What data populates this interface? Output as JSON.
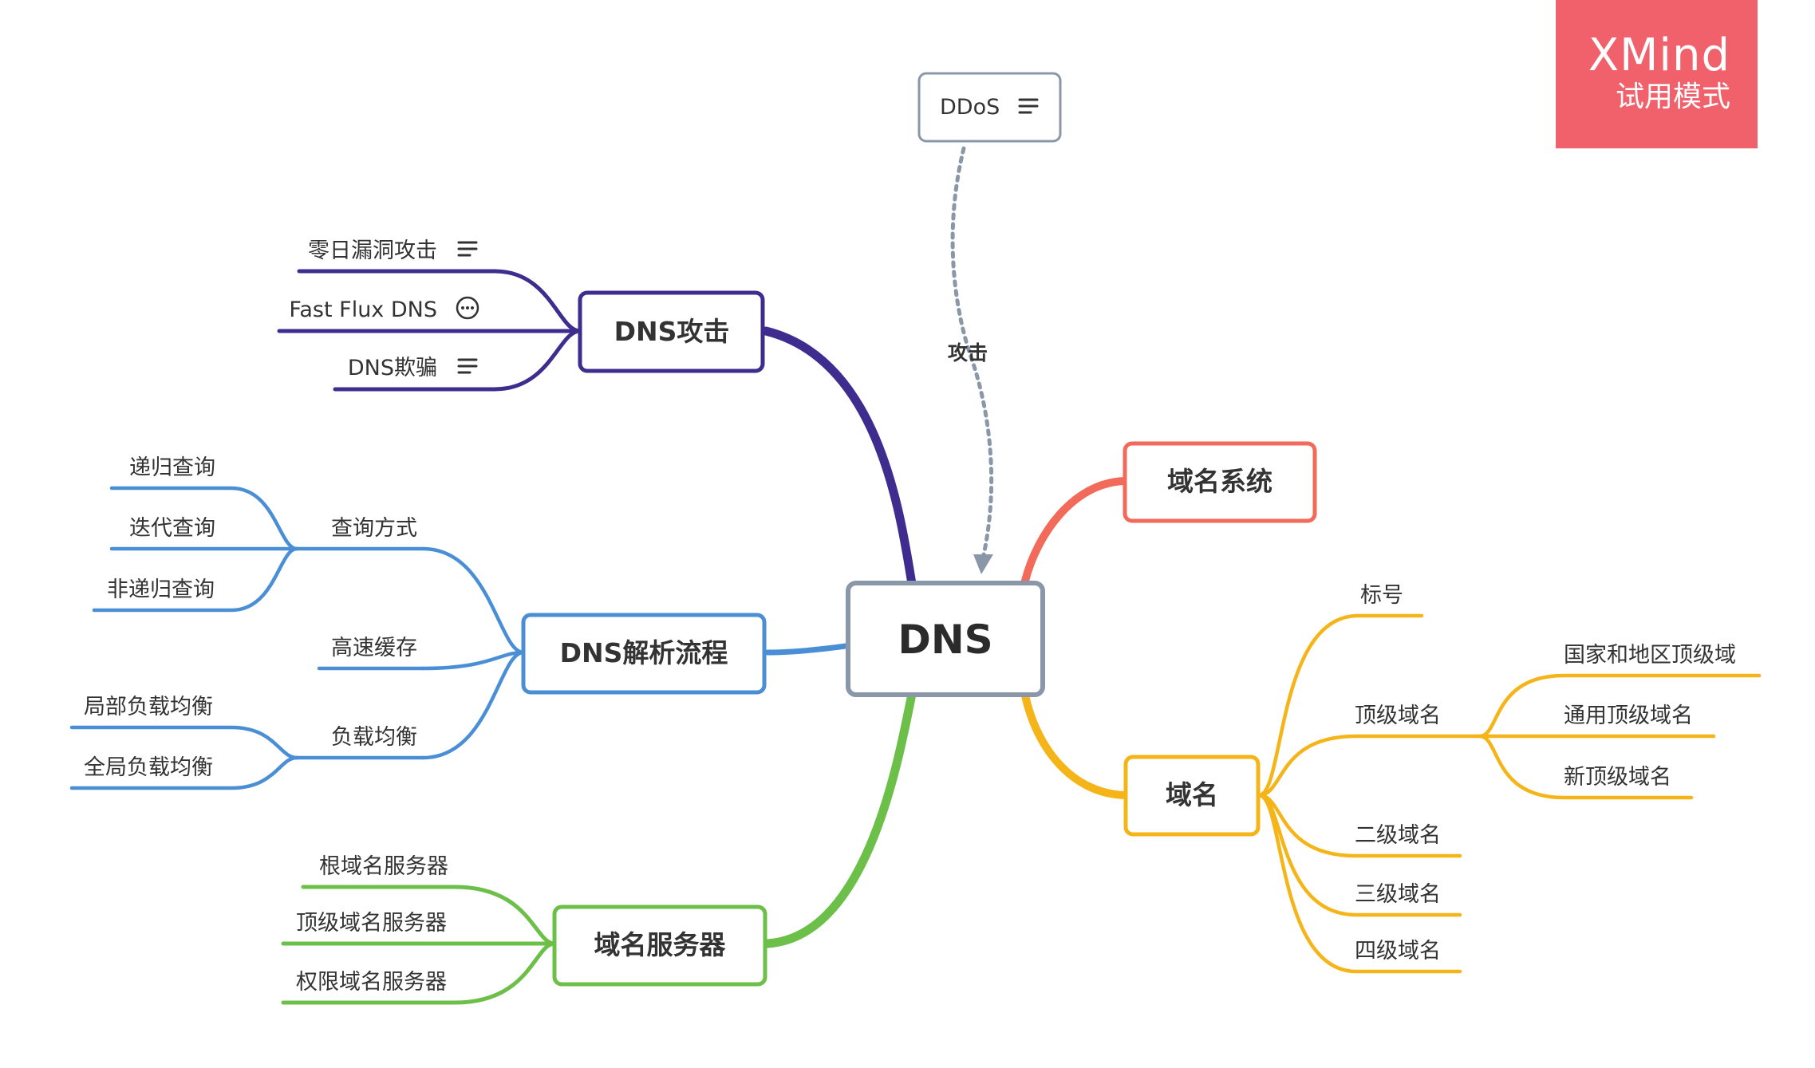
{
  "app": {
    "watermark_title": "XMind",
    "watermark_subtitle": "试用模式"
  },
  "mindmap": {
    "central": "DNS",
    "floating_topic": "DDoS",
    "relationship_label": "攻击",
    "branches": {
      "attack": {
        "label": "DNS攻击",
        "color": "#3e2d8f",
        "children": [
          "零日漏洞攻击",
          "Fast Flux DNS",
          "DNS欺骗"
        ]
      },
      "resolution": {
        "label": "DNS解析流程",
        "color": "#4a8fd6",
        "query_method": {
          "label": "查询方式",
          "children": [
            "递归查询",
            "迭代查询",
            "非递归查询"
          ]
        },
        "cache": {
          "label": "高速缓存"
        },
        "load_balance": {
          "label": "负载均衡",
          "children": [
            "局部负载均衡",
            "全局负载均衡"
          ]
        }
      },
      "servers": {
        "label": "域名服务器",
        "color": "#6cc04a",
        "children": [
          "根域名服务器",
          "顶级域名服务器",
          "权限域名服务器"
        ]
      },
      "system": {
        "label": "域名系统",
        "color": "#f26a5a"
      },
      "domain": {
        "label": "域名",
        "color": "#f5b417",
        "label_item": "标号",
        "tld": {
          "label": "顶级域名",
          "children": [
            "国家和地区顶级域",
            "通用顶级域名",
            "新顶级域名"
          ]
        },
        "levels": [
          "二级域名",
          "三级域名",
          "四级域名"
        ]
      }
    },
    "icons": {
      "note": "note-icon",
      "comment": "comment-icon"
    }
  }
}
